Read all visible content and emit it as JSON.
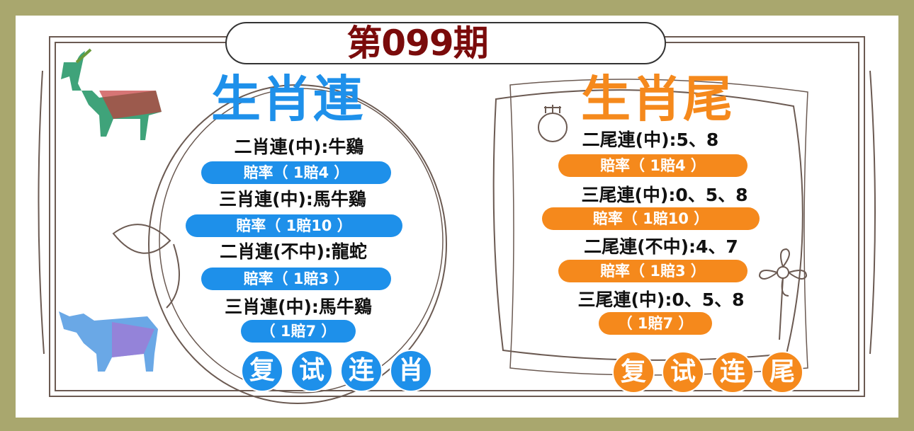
{
  "title": "第099期",
  "left": {
    "heading": "生肖連",
    "color": "#1e90ea",
    "entries": [
      {
        "text": "二肖連(中):牛鷄",
        "odds": "賠率（ 1賠4 ）"
      },
      {
        "text": "三肖連(中):馬牛鷄",
        "odds": "賠率（ 1賠10 ）"
      },
      {
        "text": "二肖連(不中):龍蛇",
        "odds": "賠率（ 1賠3 ）"
      },
      {
        "text": "三肖連(中):馬牛鷄",
        "odds": "（ 1賠7 ）"
      }
    ],
    "footer": [
      "复",
      "试",
      "连",
      "肖"
    ]
  },
  "right": {
    "heading": "生肖尾",
    "color": "#f5891c",
    "entries": [
      {
        "text": "二尾連(中):5、8",
        "odds": "賠率（ 1賠4 ）"
      },
      {
        "text": "三尾連(中):0、5、8",
        "odds": "賠率（ 1賠10 ）"
      },
      {
        "text": "二尾連(不中):4、7",
        "odds": "賠率（ 1賠3 ）"
      },
      {
        "text": "三尾連(中):0、5、8",
        "odds": "（ 1賠7 ）"
      }
    ],
    "footer": [
      "复",
      "试",
      "连",
      "尾"
    ]
  }
}
